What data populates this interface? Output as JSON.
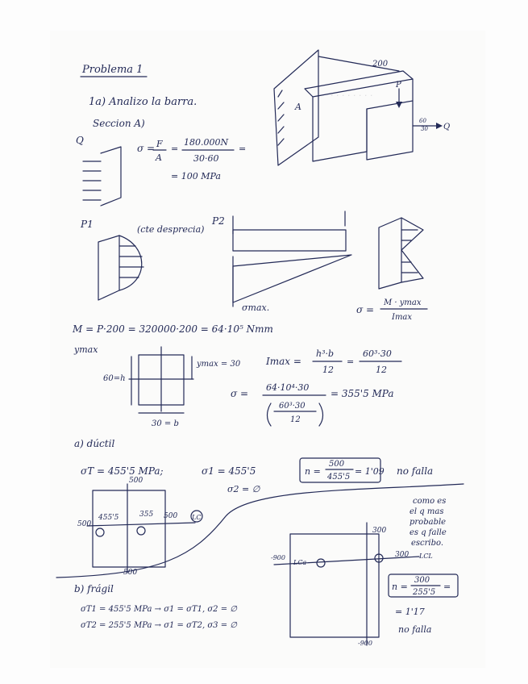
{
  "heading": "Problema 1",
  "step1": "1a) Analizo la barra.",
  "seccion": "Seccion A)",
  "q_label": "Q",
  "sigma_formula": {
    "lhs": "σ =",
    "num1": "F",
    "den1": "A",
    "eq": "=",
    "num2": "180.000N",
    "den2": "30·60",
    "eq2": "=",
    "result": "= 100 MPa"
  },
  "p1_label": "P1",
  "cte_deprecia": "(cte desprecia)",
  "p2_label": "P2",
  "smax_label": "σmax.",
  "sigma_m": {
    "lhs": "σ =",
    "num": "M · ymax",
    "den": "Imax"
  },
  "moment": "M = P·200 = 320000·200 = 64·10⁵ Nmm",
  "ymax_label": "ymax",
  "ymax_val": "ymax = 30",
  "h_label": "60=h",
  "b_label": "30 = b",
  "imax": {
    "lhs": "Imax =",
    "num1": "h³·b",
    "den1": "12",
    "eq": "=",
    "num2": "60³·30",
    "den2": "12"
  },
  "sigma_val": {
    "lhs": "σ =",
    "num": "64·10⁴·30",
    "den_num": "60³·30",
    "den_den": "12",
    "result": "= 355'5 MPa"
  },
  "part_a": "a) dúctil",
  "ductil_line": "σT = 455'5 MPa;",
  "s1": "σ1 = 455'5",
  "s2": "σ2 = ∅",
  "n_a": {
    "lhs": "n =",
    "num": "500",
    "den": "455'5",
    "result": "= 1'09"
  },
  "no_falla_a": "no falla",
  "diagA": {
    "top": "500",
    "left": "500",
    "right": "500",
    "p1": "455'5",
    "p2": "355",
    "lc": "LC",
    "bottom": "500"
  },
  "note": [
    "como es",
    "el q mas",
    "probable",
    "es q falle",
    "escribo."
  ],
  "diagB": {
    "top": "300",
    "right": "300",
    "left": "-900",
    "bottom": "-900",
    "lca": "LCa",
    "lcl": "LCL"
  },
  "n_b": {
    "lhs": "n =",
    "num": "300",
    "den": "255'5",
    "eq": "="
  },
  "n_b_result": "= 1'17",
  "no_falla_b": "no falla",
  "part_b": "b) frágil",
  "fragil_1": "σT1 = 455'5 MPa → σ1 = σT1, σ2 = ∅",
  "fragil_2": "σT2 = 255'5 MPa → σ1 = σT2, σ3 = ∅",
  "beam": {
    "dim": "200",
    "p": "P",
    "a": "A",
    "q": "Q",
    "d1": "60",
    "d2": "30"
  }
}
